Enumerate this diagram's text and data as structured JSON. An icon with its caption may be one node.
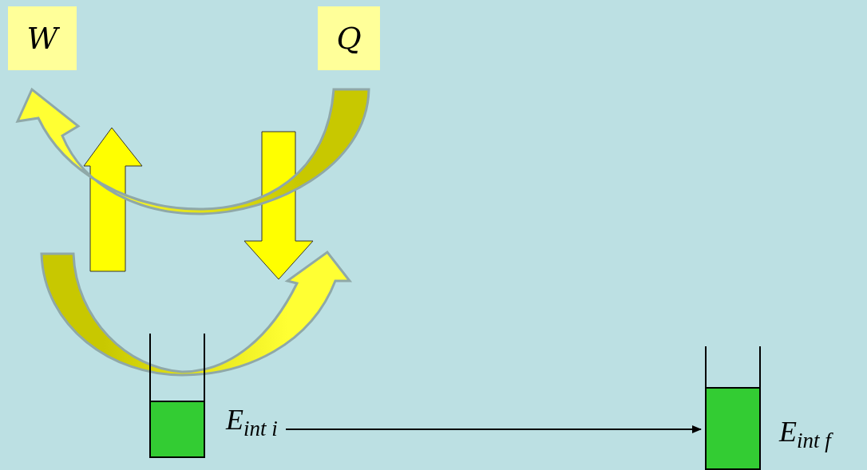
{
  "diagram": {
    "nodes": [
      {
        "text": [
          "W"
        ]
      },
      {
        "text": [
          "Q"
        ]
      },
      {
        "text": [],
        "shape": "box",
        "beside": [
          "E$_{int i}$"
        ]
      },
      {
        "text": [],
        "shape": "box",
        "beside": [
          "E$_{int f}$"
        ]
      }
    ],
    "edges": [
      {
        "from": 1,
        "to": 0,
        "arrow": "to",
        "style": "thick",
        "color": "#ffff33"
      },
      {
        "from": 2,
        "to": 3,
        "arrow": "to"
      }
    ]
  }
}
